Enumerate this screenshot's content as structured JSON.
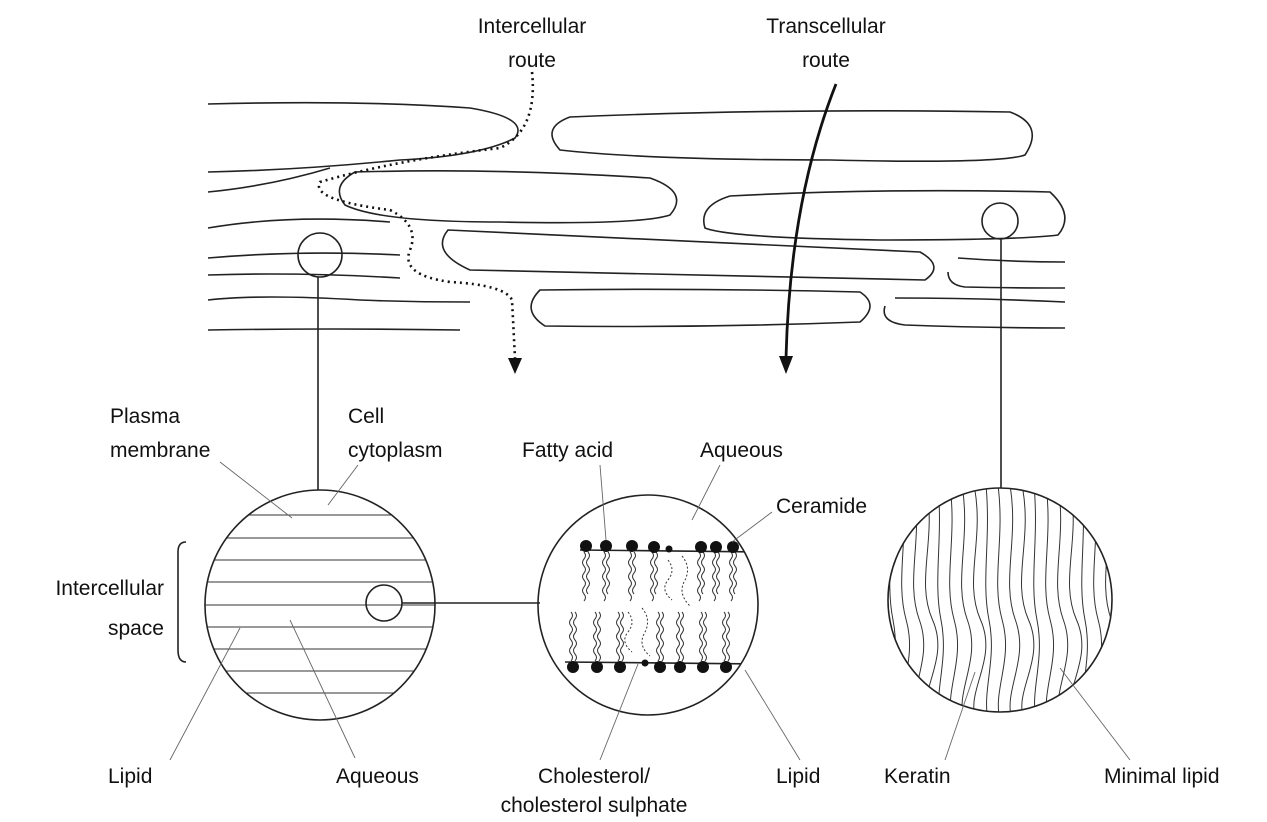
{
  "labels": {
    "intercellular_route_1": "Intercellular",
    "intercellular_route_2": "route",
    "transcellular_route_1": "Transcellular",
    "transcellular_route_2": "route",
    "plasma_membrane_1": "Plasma",
    "plasma_membrane_2": "membrane",
    "cell_cytoplasm_1": "Cell",
    "cell_cytoplasm_2": "cytoplasm",
    "intercellular_space_1": "Intercellular",
    "intercellular_space_2": "space",
    "lipid_left": "Lipid",
    "aqueous_left": "Aqueous",
    "fatty_acid": "Fatty acid",
    "aqueous_mid": "Aqueous",
    "ceramide": "Ceramide",
    "cholesterol_1": "Cholesterol/",
    "cholesterol_2": "cholesterol sulphate",
    "lipid_mid": "Lipid",
    "keratin": "Keratin",
    "minimal_lipid": "Minimal lipid"
  },
  "colors": {
    "ink": "#111111",
    "background": "#ffffff"
  }
}
